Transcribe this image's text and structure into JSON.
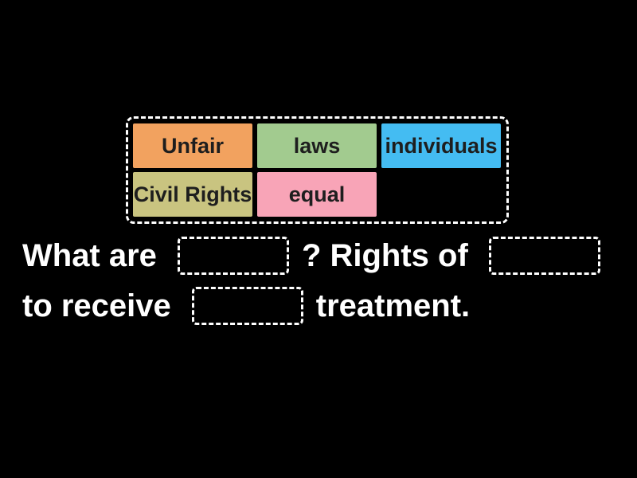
{
  "app": {
    "background_color": "#000000",
    "accent_white": "#ffffff"
  },
  "word_bank": {
    "border_color": "#ffffff",
    "tile_text_color": "#1e1e1e",
    "tiles": [
      {
        "label": "Unfair",
        "color": "#f2a25f"
      },
      {
        "label": "laws",
        "color": "#a2cb8f"
      },
      {
        "label": "individuals",
        "color": "#44bcf2"
      },
      {
        "label": "Civil Rights",
        "color": "#c9c480"
      },
      {
        "label": "equal",
        "color": "#f8a4b7"
      }
    ]
  },
  "sentence": {
    "text_color": "#ffffff",
    "full_text": "What are ____? Rights of ____ to receive ____ treatment.",
    "blank_count": 3,
    "lines": [
      {
        "segments": [
          {
            "type": "text",
            "text": "What are"
          },
          {
            "type": "blank"
          },
          {
            "type": "text",
            "text": "? Rights of"
          },
          {
            "type": "blank"
          }
        ]
      },
      {
        "segments": [
          {
            "type": "text",
            "text": "to receive"
          },
          {
            "type": "blank"
          },
          {
            "type": "text",
            "text": "treatment."
          }
        ]
      }
    ]
  }
}
